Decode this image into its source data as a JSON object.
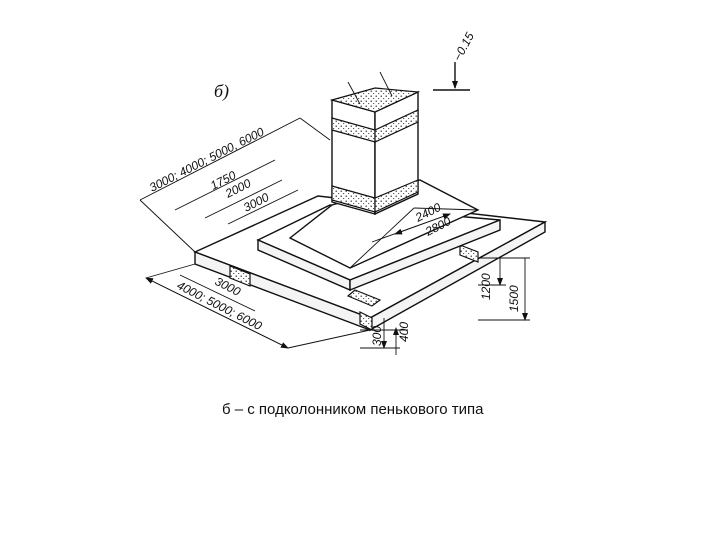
{
  "diagram": {
    "part_label": "б)",
    "elevation_mark": "−0.15",
    "dims": {
      "slab_long": "3000; 4000; 5000, 6000",
      "d_1750": "1750",
      "d_2000": "2000",
      "d_3000_upper": "3000",
      "slab_short": "4000; 5000; 6000",
      "d_3000_lower": "3000",
      "d_2400": "2400",
      "d_2800": "2800",
      "d_1200": "1200",
      "d_1500": "1500",
      "d_300": "300",
      "d_400": "400"
    }
  },
  "caption": "б – с подколонником пенькового типа"
}
